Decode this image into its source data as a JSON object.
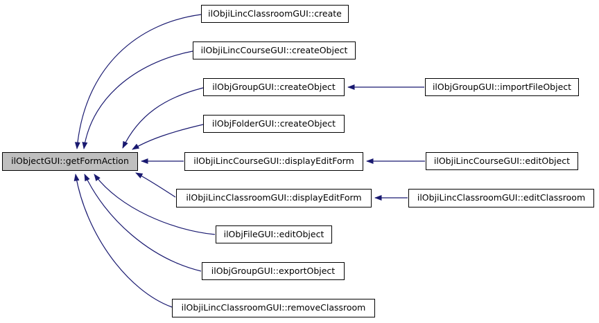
{
  "diagram": {
    "type": "call-graph",
    "background_color": "#ffffff",
    "edge_color": "#191970",
    "node_border_color": "#000000",
    "node_fill_color": "#ffffff",
    "highlighted_node_fill_color": "#bfbfbf",
    "nodes": {
      "main": {
        "label": "ilObjectGUI::getFormAction",
        "highlighted": true
      },
      "classroom_create": {
        "label": "ilObjiLincClassroomGUI::create",
        "highlighted": false
      },
      "course_create_object": {
        "label": "ilObjiLincCourseGUI::createObject",
        "highlighted": false
      },
      "group_create_object": {
        "label": "ilObjGroupGUI::createObject",
        "highlighted": false
      },
      "folder_create_object": {
        "label": "ilObjFolderGUI::createObject",
        "highlighted": false
      },
      "course_display_edit_form": {
        "label": "ilObjiLincCourseGUI::displayEditForm",
        "highlighted": false
      },
      "classroom_display_edit_form": {
        "label": "ilObjiLincClassroomGUI::displayEditForm",
        "highlighted": false
      },
      "file_edit_object": {
        "label": "ilObjFileGUI::editObject",
        "highlighted": false
      },
      "group_export_object": {
        "label": "ilObjGroupGUI::exportObject",
        "highlighted": false
      },
      "classroom_remove_classroom": {
        "label": "ilObjiLincClassroomGUI::removeClassroom",
        "highlighted": false
      },
      "group_import_file_object": {
        "label": "ilObjGroupGUI::importFileObject",
        "highlighted": false
      },
      "course_edit_object": {
        "label": "ilObjiLincCourseGUI::editObject",
        "highlighted": false
      },
      "classroom_edit_classroom": {
        "label": "ilObjiLincClassroomGUI::editClassroom",
        "highlighted": false
      }
    },
    "edges": [
      {
        "from": "classroom_create",
        "to": "main"
      },
      {
        "from": "course_create_object",
        "to": "main"
      },
      {
        "from": "group_create_object",
        "to": "main"
      },
      {
        "from": "folder_create_object",
        "to": "main"
      },
      {
        "from": "course_display_edit_form",
        "to": "main"
      },
      {
        "from": "classroom_display_edit_form",
        "to": "main"
      },
      {
        "from": "file_edit_object",
        "to": "main"
      },
      {
        "from": "group_export_object",
        "to": "main"
      },
      {
        "from": "classroom_remove_classroom",
        "to": "main"
      },
      {
        "from": "group_import_file_object",
        "to": "group_create_object"
      },
      {
        "from": "course_edit_object",
        "to": "course_display_edit_form"
      },
      {
        "from": "classroom_edit_classroom",
        "to": "classroom_display_edit_form"
      }
    ]
  }
}
